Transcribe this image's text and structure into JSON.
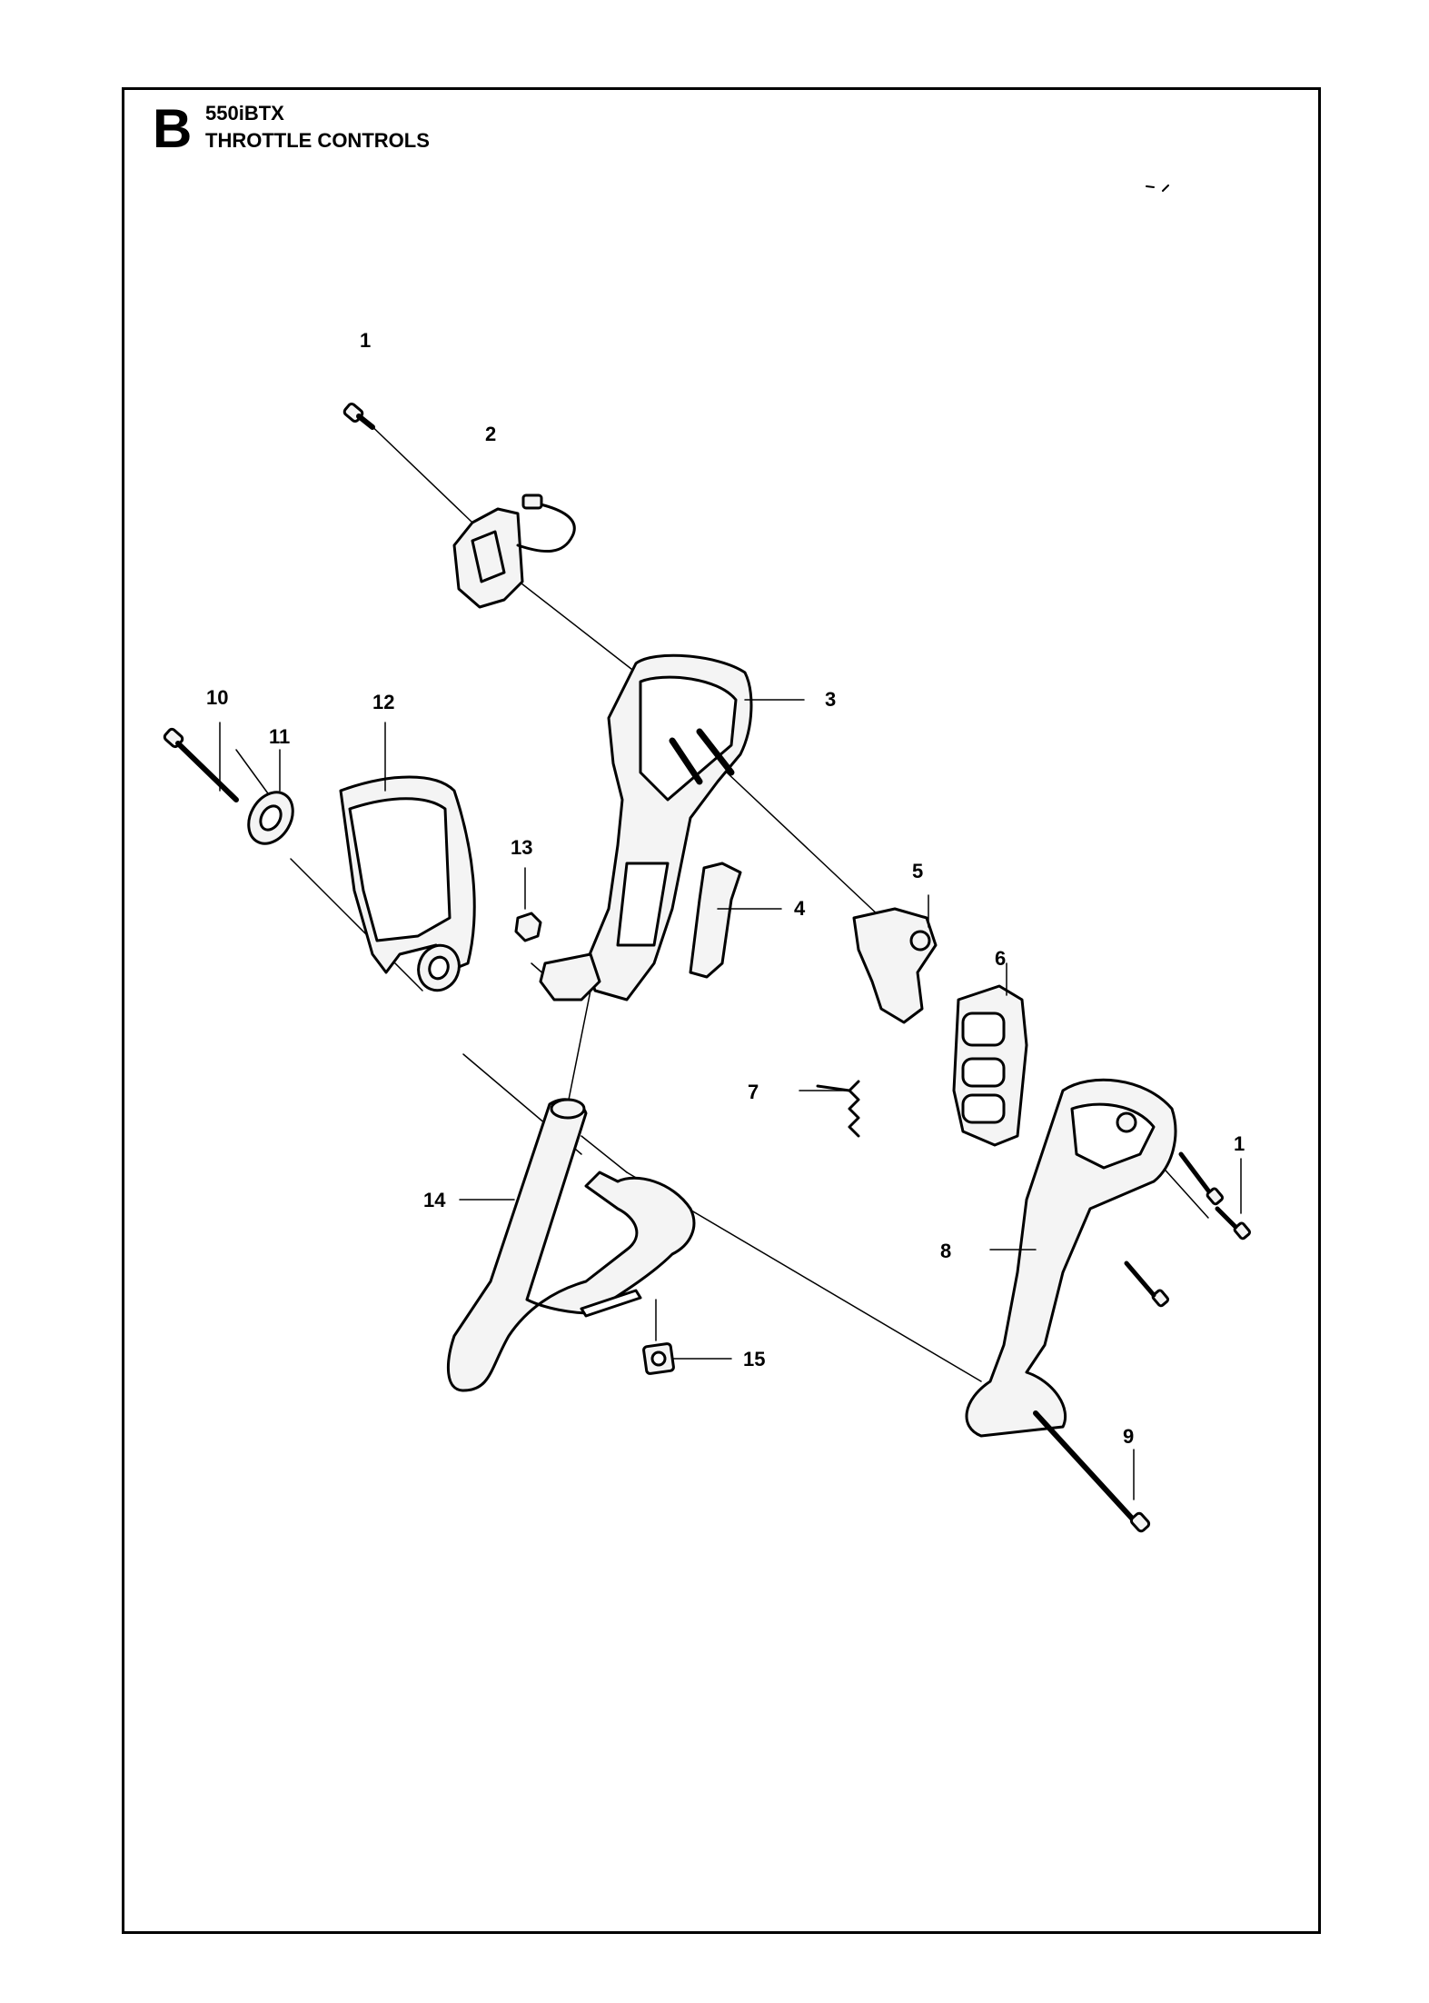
{
  "header": {
    "section_letter": "B",
    "model": "550iBTX",
    "title": "THROTTLE CONTROLS"
  },
  "callouts": [
    {
      "id": "c1a",
      "label": "1"
    },
    {
      "id": "c2",
      "label": "2"
    },
    {
      "id": "c3",
      "label": "3"
    },
    {
      "id": "c4",
      "label": "4"
    },
    {
      "id": "c5",
      "label": "5"
    },
    {
      "id": "c6",
      "label": "6"
    },
    {
      "id": "c7",
      "label": "7"
    },
    {
      "id": "c8",
      "label": "8"
    },
    {
      "id": "c9",
      "label": "9"
    },
    {
      "id": "c10",
      "label": "10"
    },
    {
      "id": "c11",
      "label": "11"
    },
    {
      "id": "c12",
      "label": "12"
    },
    {
      "id": "c13",
      "label": "13"
    },
    {
      "id": "c14",
      "label": "14"
    },
    {
      "id": "c15",
      "label": "15"
    },
    {
      "id": "c1b",
      "label": "1"
    }
  ],
  "colors": {
    "line": "#000000",
    "background": "#ffffff",
    "part_fill": "#f4f4f4"
  }
}
